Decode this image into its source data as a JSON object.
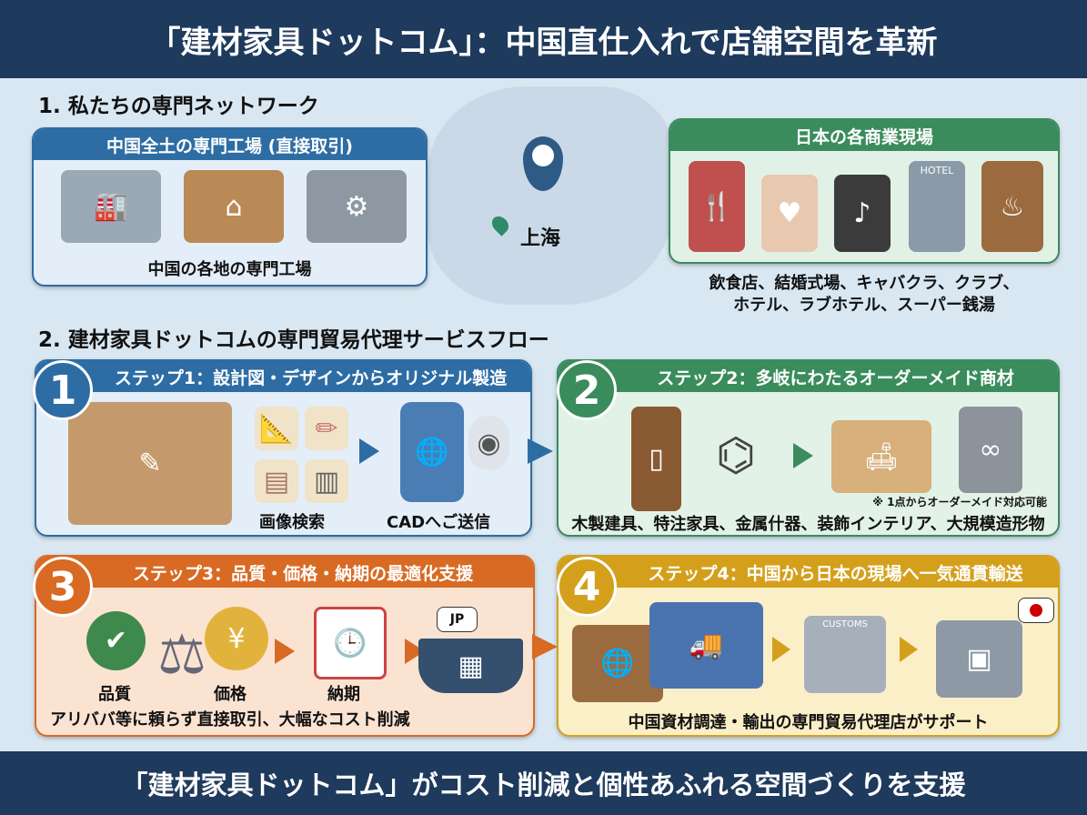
{
  "header": {
    "title": "「建材家具ドットコム」：中国直仕入れで店舗空間を革新"
  },
  "section1": {
    "title": "1. 私たちの専門ネットワーク",
    "china_box": {
      "title": "中国全土の専門工場 (直接取引)",
      "caption": "中国の各地の専門工場"
    },
    "map": {
      "city": "上海"
    },
    "japan_box": {
      "title": "日本の各商業現場",
      "hotel_sign": "HOTEL",
      "caption_lines": [
        "飲食店、結婚式場、キャバクラ、クラブ、",
        "ホテル、ラブホテル、スーパー銭湯"
      ]
    }
  },
  "section2": {
    "title": "2. 建材家具ドットコムの専門貿易代理サービスフロー",
    "steps": [
      {
        "number": "1",
        "title": "ステップ1：設計図・デザインからオリジナル製造",
        "labels": [
          "画像検索",
          "CADへご送信"
        ]
      },
      {
        "number": "2",
        "title": "ステップ2：多岐にわたるオーダーメイド商材",
        "note": "※ 1点からオーダーメイド対応可能",
        "caption": "木製建具、特注家具、金属什器、装飾インテリア、大規模造形物"
      },
      {
        "number": "3",
        "title": "ステップ3：品質・価格・納期の最適化支援",
        "labels": [
          "品質",
          "価格",
          "納期"
        ],
        "flag": "JP",
        "caption": "アリババ等に頼らず直接取引、大幅なコスト削減"
      },
      {
        "number": "4",
        "title": "ステップ4：中国から日本の現場へ一気通貫輸送",
        "customs": "CUSTOMS",
        "caption": "中国資材調達・輸出の専門貿易代理店がサポート"
      }
    ]
  },
  "footer": {
    "text": "「建材家具ドットコム」がコスト削減と個性あふれる空間づくりを支援"
  },
  "colors": {
    "navy": "#1e3a5c",
    "blue": "#2e6da4",
    "green": "#3a8c5c",
    "orange": "#d86a24",
    "gold": "#d4a01c"
  }
}
